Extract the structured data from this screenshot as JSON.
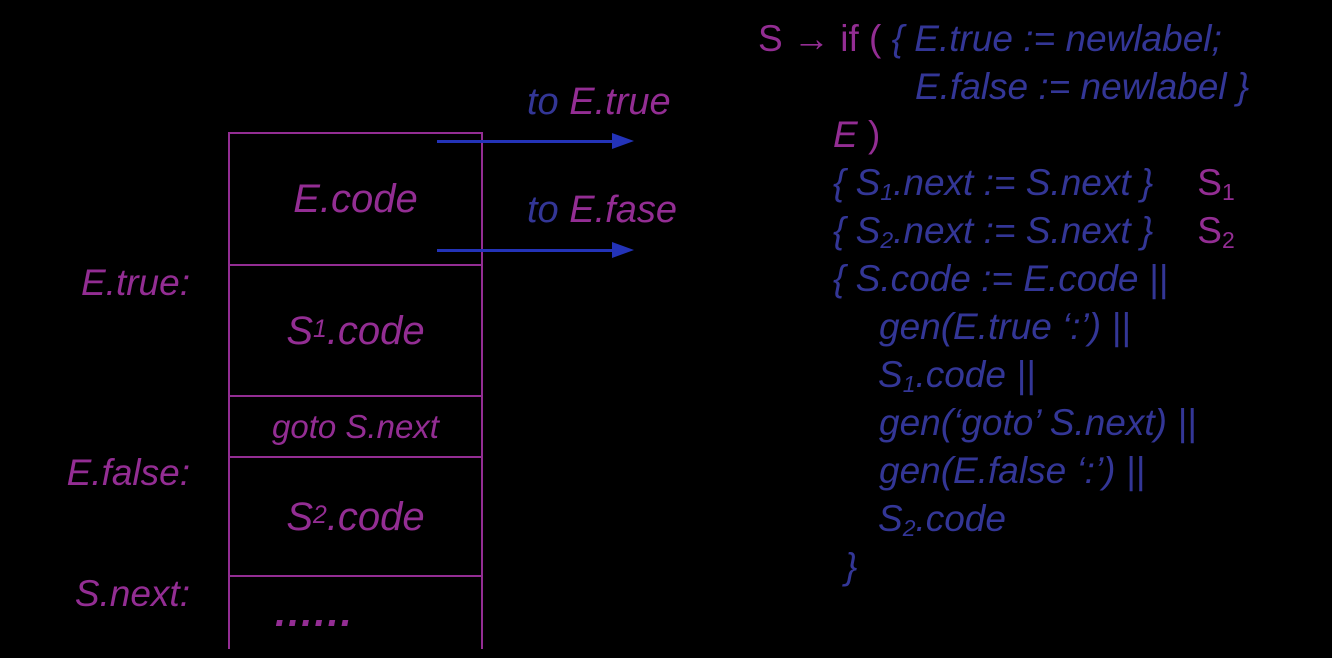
{
  "colors": {
    "background": "#000000",
    "purple": "#932d93",
    "navy": "#333696",
    "arrow": "#2333b8"
  },
  "diagram": {
    "side_labels": [
      {
        "name": "label-e-true",
        "segments": [
          {
            "t": "E.true:"
          }
        ]
      },
      {
        "name": "label-e-false",
        "segments": [
          {
            "t": "E.false:"
          }
        ]
      },
      {
        "name": "label-s-next",
        "segments": [
          {
            "t": "S.next:"
          }
        ]
      }
    ],
    "rows": [
      {
        "name": "cell-e-code",
        "segments": [
          {
            "t": "E.code"
          }
        ]
      },
      {
        "name": "cell-s1-code",
        "segments": [
          {
            "t": "S"
          },
          {
            "t": "1",
            "sub": true
          },
          {
            "t": ".code"
          }
        ]
      },
      {
        "name": "cell-goto-s-next",
        "segments": [
          {
            "t": "goto S.next"
          }
        ]
      },
      {
        "name": "cell-s2-code",
        "segments": [
          {
            "t": "S"
          },
          {
            "t": "2",
            "sub": true
          },
          {
            "t": ".code"
          }
        ]
      },
      {
        "name": "cell-dots",
        "segments": [
          {
            "t": "......"
          }
        ]
      }
    ]
  },
  "arrows": [
    {
      "name": "arrow-to-e-true",
      "label_segments": [
        {
          "t": "to ",
          "c": "navy"
        },
        {
          "t": "E.true",
          "c": "purple"
        }
      ]
    },
    {
      "name": "arrow-to-e-false",
      "label_segments": [
        {
          "t": "to ",
          "c": "navy"
        },
        {
          "t": "E.fase",
          "c": "purple"
        }
      ]
    }
  ],
  "rules": {
    "lines": [
      {
        "name": "rule-production-if",
        "segments": [
          {
            "t": "S ",
            "c": "purple",
            "i": false
          },
          {
            "t": "→ ",
            "c": "purple",
            "i": false
          },
          {
            "t": "if ( ",
            "c": "purple",
            "i": false
          },
          {
            "t": "{ E.true := newlabel;",
            "c": "navy"
          }
        ]
      },
      {
        "name": "rule-e-false-assign",
        "segments": [
          {
            "t": "E.false := newlabel }",
            "c": "navy"
          }
        ]
      },
      {
        "name": "rule-e-close-paren",
        "segments": [
          {
            "t": "E",
            "c": "purple"
          },
          {
            "t": " )",
            "c": "purple",
            "i": false
          }
        ]
      },
      {
        "name": "rule-s1-next",
        "segments": [
          {
            "t": "{ S",
            "c": "navy"
          },
          {
            "t": "1",
            "c": "navy",
            "sub": true
          },
          {
            "t": ".next := S.next }",
            "c": "navy"
          },
          {
            "t": "S",
            "c": "purple",
            "i": false,
            "ml": 44
          },
          {
            "t": "1",
            "c": "purple",
            "i": false,
            "sub": true
          }
        ]
      },
      {
        "name": "rule-s2-next",
        "segments": [
          {
            "t": "{ S",
            "c": "navy"
          },
          {
            "t": "2",
            "c": "navy",
            "sub": true
          },
          {
            "t": ".next := S.next }",
            "c": "navy"
          },
          {
            "t": "S",
            "c": "purple",
            "i": false,
            "ml": 44
          },
          {
            "t": "2",
            "c": "purple",
            "i": false,
            "sub": true
          }
        ]
      },
      {
        "name": "rule-s-code",
        "segments": [
          {
            "t": "{ S.code := E.code ||",
            "c": "navy"
          }
        ]
      },
      {
        "name": "rule-gen-e-true",
        "segments": [
          {
            "t": "gen(E.true ‘:’) ||",
            "c": "navy"
          }
        ]
      },
      {
        "name": "rule-s1-code",
        "segments": [
          {
            "t": "S",
            "c": "navy"
          },
          {
            "t": "1",
            "c": "navy",
            "sub": true
          },
          {
            "t": ".code ||",
            "c": "navy"
          }
        ]
      },
      {
        "name": "rule-gen-goto",
        "segments": [
          {
            "t": "gen(‘goto’ S.next) ||",
            "c": "navy"
          }
        ]
      },
      {
        "name": "rule-gen-e-false",
        "segments": [
          {
            "t": "gen(E.false ‘:’) ||",
            "c": "navy"
          }
        ]
      },
      {
        "name": "rule-s2-code",
        "segments": [
          {
            "t": "S",
            "c": "navy"
          },
          {
            "t": "2",
            "c": "navy",
            "sub": true
          },
          {
            "t": ".code",
            "c": "navy"
          }
        ]
      },
      {
        "name": "rule-close-brace",
        "segments": [
          {
            "t": "}",
            "c": "navy"
          }
        ]
      }
    ]
  }
}
